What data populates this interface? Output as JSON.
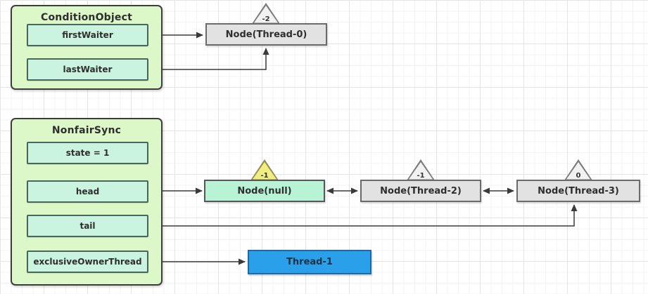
{
  "diagram": {
    "condition_object": {
      "title": "ConditionObject",
      "fields": {
        "first_waiter": "firstWaiter",
        "last_waiter": "lastWaiter"
      }
    },
    "nonfair_sync": {
      "title": "NonfairSync",
      "fields": {
        "state": "state = 1",
        "head": "head",
        "tail": "tail",
        "exclusive_owner_thread": "exclusiveOwnerThread"
      }
    },
    "nodes": {
      "thread0": {
        "label": "Node(Thread-0)",
        "wait_status": "-2"
      },
      "null_head": {
        "label": "Node(null)",
        "wait_status": "-1"
      },
      "thread2": {
        "label": "Node(Thread-2)",
        "wait_status": "-1"
      },
      "thread3": {
        "label": "Node(Thread-3)",
        "wait_status": "0"
      }
    },
    "thread": {
      "label": "Thread-1"
    },
    "colors": {
      "group_fill": "#dcf7c8",
      "field_fill": "#cbf4e0",
      "node_gray": "#e2e2e2",
      "node_mint": "#b9f3d6",
      "thread_blue": "#2ba0ea",
      "triangle_yellow": "#f1ee7f",
      "triangle_gray": "#f2f2f2",
      "connector": "#3a3a3a"
    }
  }
}
